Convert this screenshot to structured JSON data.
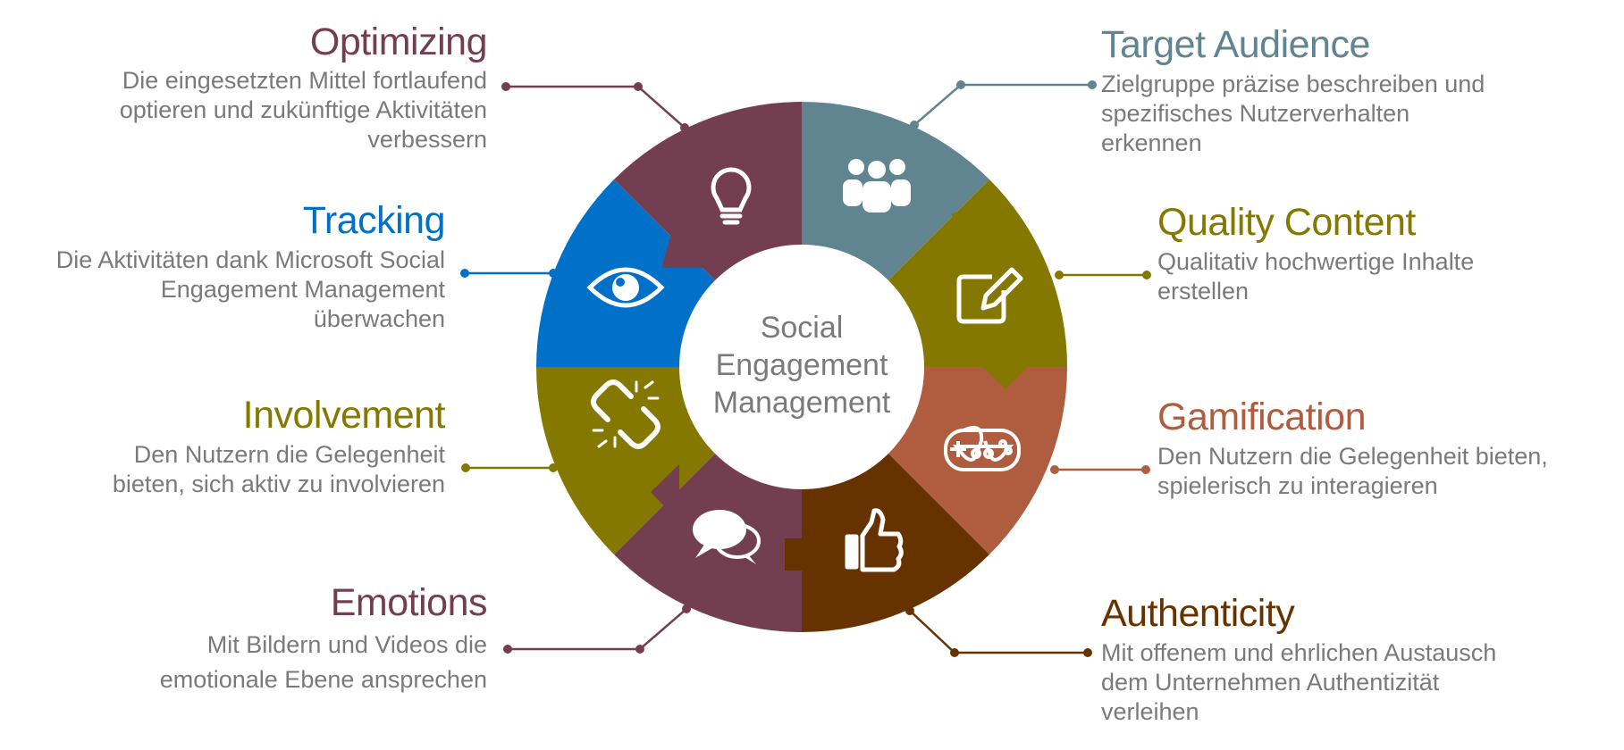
{
  "center": {
    "line1": "Social",
    "line2": "Engagement",
    "line3": "Management"
  },
  "colors": {
    "optimizing": "#743e51",
    "target": "#608591",
    "quality": "#857800",
    "gamification": "#b05d3f",
    "authenticity": "#663300",
    "emotions": "#743e51",
    "involvement": "#857800",
    "tracking": "#0070c8",
    "text_gray": "#7a7a7a"
  },
  "segments": [
    {
      "key": "target",
      "icon": "people-group-icon",
      "color": "#608591"
    },
    {
      "key": "quality",
      "icon": "edit-pencil-icon",
      "color": "#857800"
    },
    {
      "key": "gamification",
      "icon": "gamepad-icon",
      "color": "#b05d3f"
    },
    {
      "key": "authenticity",
      "icon": "thumbs-up-icon",
      "color": "#663300"
    },
    {
      "key": "emotions",
      "icon": "chat-bubbles-icon",
      "color": "#743e51"
    },
    {
      "key": "involvement",
      "icon": "broken-link-icon",
      "color": "#857800"
    },
    {
      "key": "tracking",
      "icon": "eye-icon",
      "color": "#0070c8"
    },
    {
      "key": "optimizing",
      "icon": "lightbulb-icon",
      "color": "#743e51"
    }
  ],
  "labels": {
    "optimizing": {
      "title": "Optimizing",
      "desc": [
        "Die eingesetzten Mittel fortlaufend",
        "optieren und zukünftige Aktivitäten",
        "verbessern"
      ]
    },
    "target": {
      "title": "Target Audience",
      "desc": [
        "Zielgruppe präzise beschreiben und",
        "spezifisches Nutzerverhalten",
        "erkennen"
      ]
    },
    "tracking": {
      "title": "Tracking",
      "desc": [
        "Die Aktivitäten dank Microsoft Social",
        "Engagement Management",
        "überwachen"
      ]
    },
    "quality": {
      "title": "Quality Content",
      "desc": [
        "Qualitativ hochwertige Inhalte",
        "erstellen"
      ]
    },
    "involvement": {
      "title": "Involvement",
      "desc": [
        "Den Nutzern die Gelegenheit",
        "bieten, sich aktiv zu involvieren"
      ]
    },
    "gamification": {
      "title": "Gamification",
      "desc": [
        "Den Nutzern die Gelegenheit bieten,",
        "spielerisch zu interagieren"
      ]
    },
    "emotions": {
      "title": "Emotions",
      "desc": [
        "Mit Bildern und Videos die",
        "emotionale Ebene ansprechen"
      ]
    },
    "authenticity": {
      "title": "Authenticity",
      "desc": [
        "Mit offenem und ehrlichen Austausch",
        "dem Unternehmen Authentizität",
        "verleihen"
      ]
    }
  }
}
